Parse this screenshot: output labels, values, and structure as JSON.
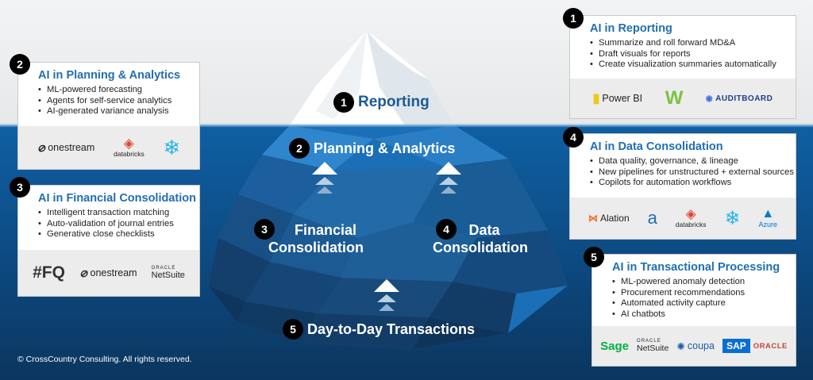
{
  "iceberg_labels": {
    "reporting": {
      "num": "1",
      "text": "Reporting"
    },
    "planning": {
      "num": "2",
      "text": "Planning & Analytics"
    },
    "financial": {
      "num": "3",
      "line1": "Financial",
      "line2": "Consolidation"
    },
    "data": {
      "num": "4",
      "line1": "Data",
      "line2": "Consolidation"
    },
    "transactions": {
      "num": "5",
      "text": "Day-to-Day Transactions"
    }
  },
  "cards": {
    "reporting": {
      "num": "1",
      "title": "AI in Reporting",
      "items": [
        "Summarize and roll forward MD&A",
        "Draft visuals for reports",
        "Create visualization summaries automatically"
      ],
      "logos": [
        "Power BI",
        "W",
        "AUDITBOARD"
      ]
    },
    "planning": {
      "num": "2",
      "title": "AI in Planning & Analytics",
      "items": [
        "ML-powered forecasting",
        "Agents for self-service analytics",
        "AI-generated variance analysis"
      ],
      "logos": [
        "onestream",
        "databricks",
        "snowflake"
      ]
    },
    "financial": {
      "num": "3",
      "title": "AI in Financial Consolidation",
      "items": [
        "Intelligent transaction matching",
        "Auto-validation of journal entries",
        "Generative close checklists"
      ],
      "logos": [
        "#FQ",
        "onestream",
        "ORACLE",
        "NetSuite"
      ]
    },
    "data": {
      "num": "4",
      "title": "AI in Data Consolidation",
      "items": [
        "Data quality, governance, & lineage",
        "New pipelines for unstructured + external sources",
        "Copilots for automation workflows"
      ],
      "logos": [
        "Alation",
        "a",
        "databricks",
        "snowflake",
        "Azure"
      ]
    },
    "transactional": {
      "num": "5",
      "title": "AI in Transactional Processing",
      "items": [
        "ML-powered anomaly detection",
        "Procurement recommendations",
        "Automated activity capture",
        "AI chatbots"
      ],
      "logos": [
        "Sage",
        "ORACLE",
        "NetSuite",
        "coupa",
        "SAP",
        "ORACLE"
      ]
    }
  },
  "copyright": "© CrossCountry Consulting. All rights reserved.",
  "colors": {
    "title_blue": "#1f6fb2",
    "sea_top": "#0f5fa3",
    "sea_bottom": "#0b365f",
    "badge": "#000000"
  }
}
